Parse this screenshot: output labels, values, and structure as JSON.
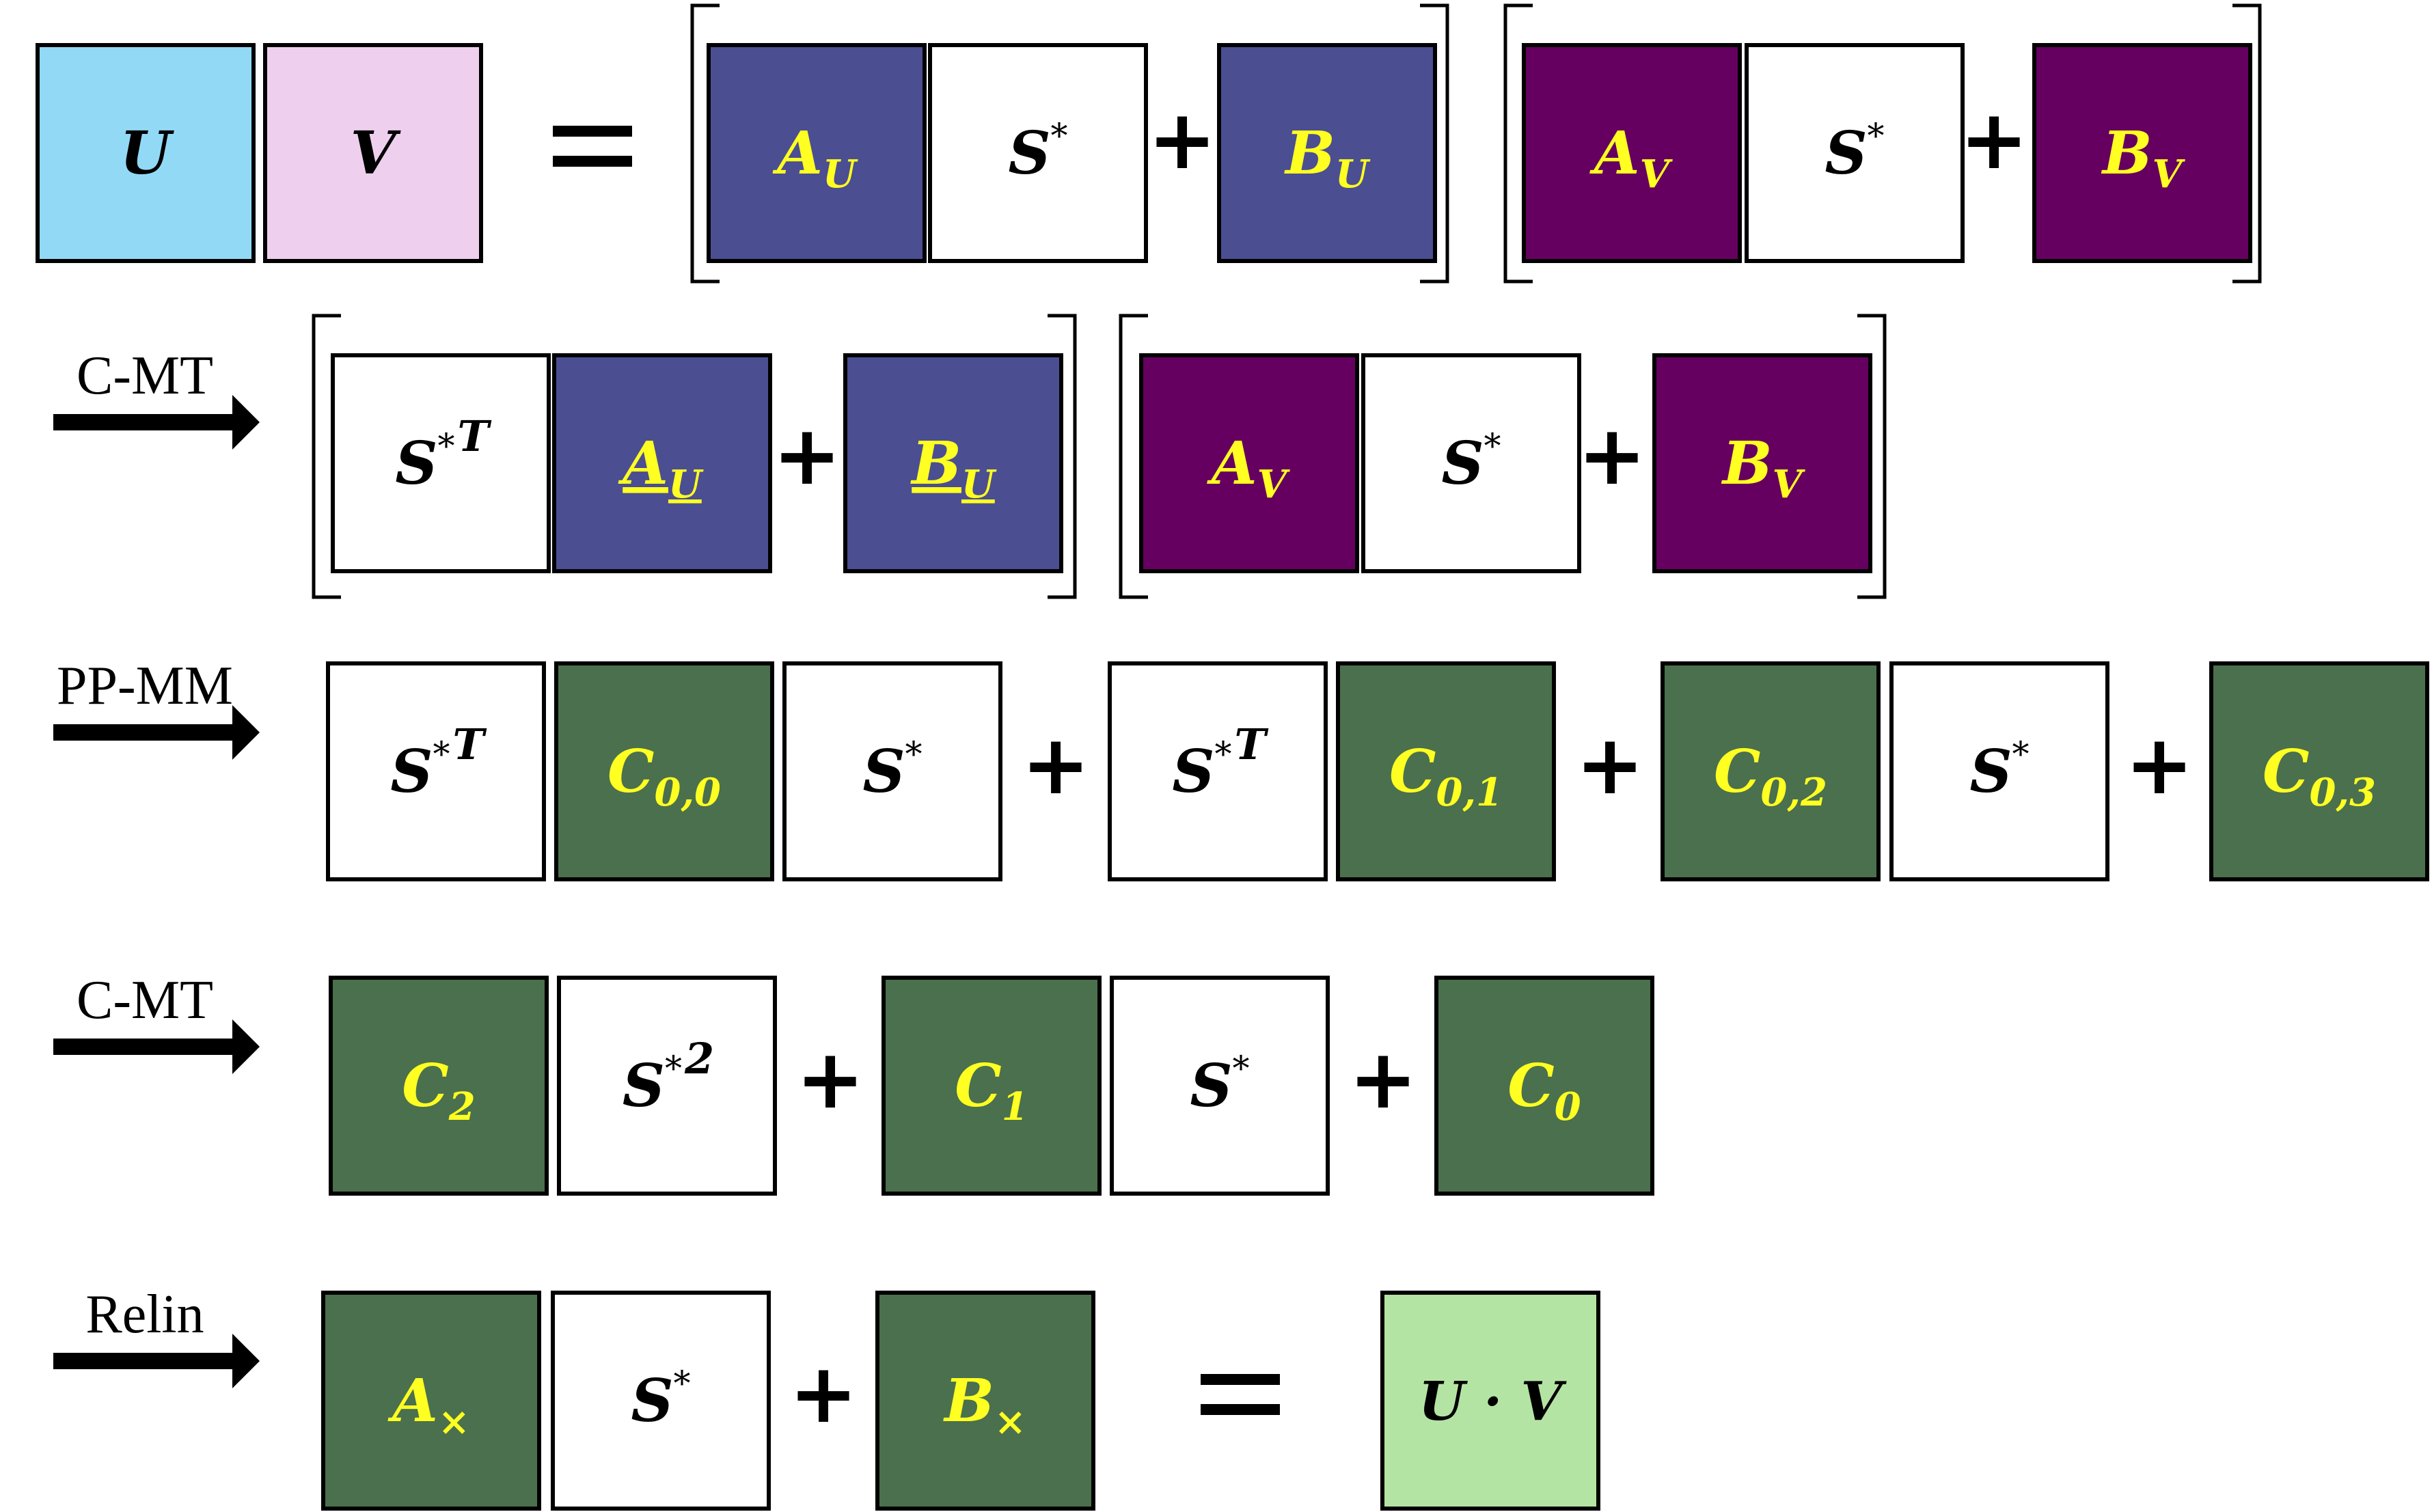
{
  "colors": {
    "u_box": "#92D9F6",
    "v_box": "#EFCFEE",
    "u_cipher": "#4B4E91",
    "v_cipher": "#660060",
    "intermediate": "#4A704D",
    "result": "#B4E4A3",
    "secret": "#FFFFFF",
    "highlight_text": "#FFFF22",
    "dark_text": "#000000",
    "border": "#000000"
  },
  "operators": {
    "plus": "+",
    "equals": "="
  },
  "step_labels": {
    "cmt_1": "C-MT",
    "ppmm": "PP-MM",
    "cmt_2": "C-MT",
    "relin": "Relin"
  },
  "inputs": {
    "u": {
      "base": "U",
      "sub": ""
    },
    "v": {
      "base": "V",
      "sub": ""
    }
  },
  "ciphertext_u": {
    "a": {
      "base": "A",
      "sub": "U"
    },
    "s": {
      "base": "S",
      "sup": "*"
    },
    "b": {
      "base": "B",
      "sub": "U"
    }
  },
  "ciphertext_v": {
    "a": {
      "base": "A",
      "sub": "V"
    },
    "s": {
      "base": "S",
      "sup": "*"
    },
    "b": {
      "base": "B",
      "sub": "V"
    }
  },
  "transformed_u": {
    "s": {
      "base": "S",
      "sup": "*",
      "sup2": "T"
    },
    "a": {
      "base": "A",
      "sub": "U"
    },
    "b": {
      "base": "B",
      "sub": "U"
    }
  },
  "transformed_v": {
    "a": {
      "base": "A",
      "sub": "V"
    },
    "s": {
      "base": "S",
      "sup": "*"
    },
    "b": {
      "base": "B",
      "sub": "V"
    }
  },
  "ppmm_terms": {
    "s_t_1": {
      "base": "S",
      "sup": "*",
      "sup2": "T"
    },
    "c00": {
      "base": "C",
      "sub": "0,0"
    },
    "s_1": {
      "base": "S",
      "sup": "*"
    },
    "s_t_2": {
      "base": "S",
      "sup": "*",
      "sup2": "T"
    },
    "c01": {
      "base": "C",
      "sub": "0,1"
    },
    "c02": {
      "base": "C",
      "sub": "0,2"
    },
    "s_2": {
      "base": "S",
      "sup": "*"
    },
    "c03": {
      "base": "C",
      "sub": "0,3"
    }
  },
  "quadratic_terms": {
    "c2": {
      "base": "C",
      "sub": "2"
    },
    "s_sq": {
      "base": "S",
      "sup": "*",
      "sup2": "2"
    },
    "c1": {
      "base": "C",
      "sub": "1"
    },
    "s": {
      "base": "S",
      "sup": "*"
    },
    "c0": {
      "base": "C",
      "sub": "0"
    }
  },
  "relin_terms": {
    "a": {
      "base": "A",
      "sub": "×"
    },
    "s": {
      "base": "S",
      "sup": "*"
    },
    "b": {
      "base": "B",
      "sub": "×"
    }
  },
  "result": {
    "text": "U · V"
  }
}
